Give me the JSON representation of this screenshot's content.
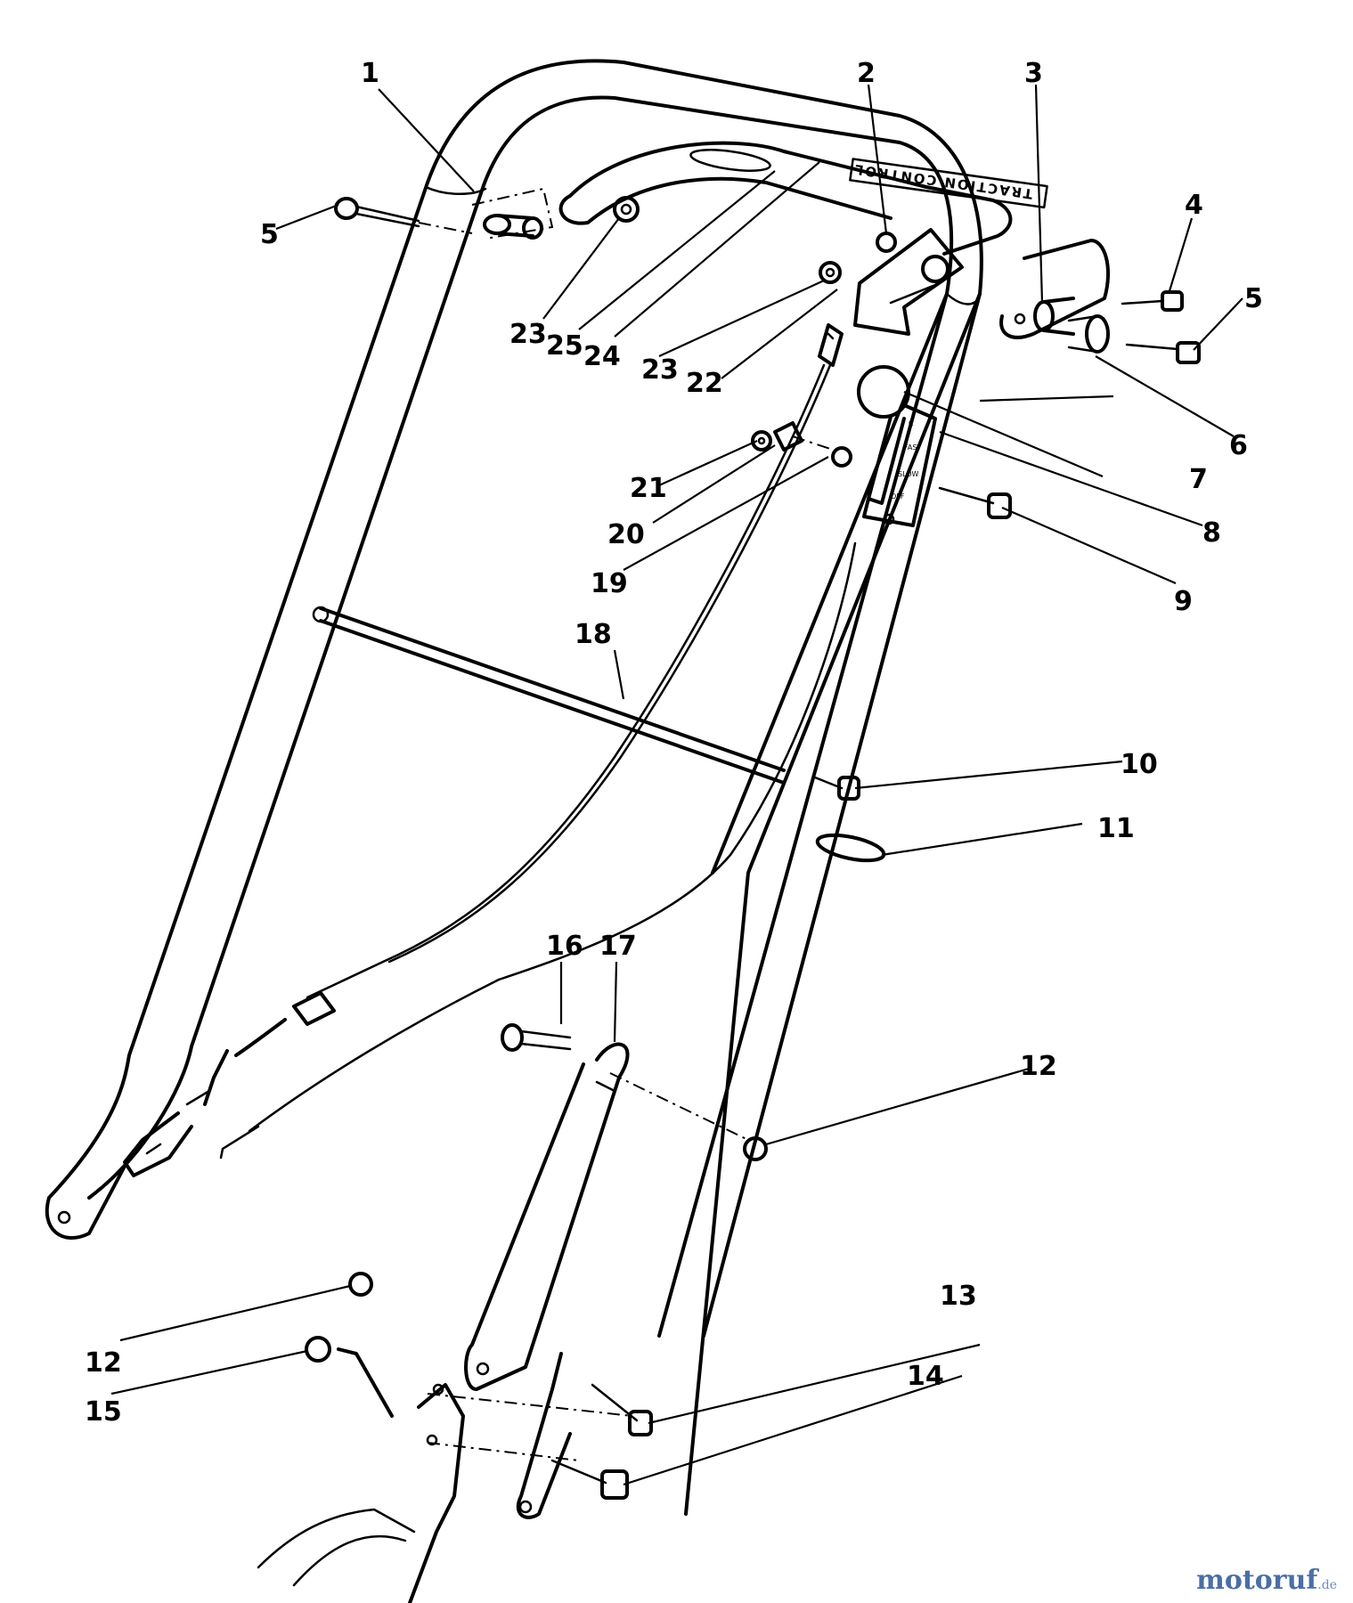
{
  "diagram": {
    "decal_text": "TRACTION CONTROL",
    "callouts": [
      "1",
      "2",
      "3",
      "4",
      "5",
      "5",
      "6",
      "7",
      "8",
      "9",
      "10",
      "11",
      "12",
      "12",
      "13",
      "14",
      "15",
      "16",
      "17",
      "18",
      "19",
      "20",
      "21",
      "22",
      "23",
      "23",
      "24",
      "25"
    ]
  },
  "watermark": {
    "text": "motoruf",
    "tld": ".de"
  }
}
